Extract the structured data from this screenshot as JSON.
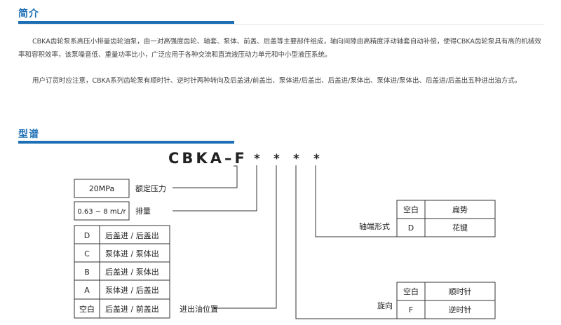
{
  "section1": {
    "title": "简介",
    "paragraph1": "CBKA齿轮泵系高压小排量齿轮油泵，由一对高强度齿轮、轴套、泵体、前盖、后盖等主要部件组成，轴向间隙由高精度浮动轴套自动补偿，使得CBKA齿轮泵具有高的机械效率和容积效率，该泵噪音低、重量功率比小，广泛应用于各种交流和直流液压动力单元和中小型液压系统。",
    "paragraph2": "用户订货时应注意，CBKA系列齿轮泵有顺时针、逆时针两种转向及后盖进/前盖出、泵体进/后盖出、后盖进/泵体出、泵体进/泵体出、后盖进/后盖出五种进出油方式。"
  },
  "section2": {
    "title": "型谱"
  },
  "model": {
    "code": "CBKA–F",
    "star": "*"
  },
  "pressure": {
    "value": "20MPa",
    "label": "额定压力"
  },
  "displacement": {
    "value": "0.63 ~ 8  mL/r",
    "label": "排量"
  },
  "ports": {
    "label": "进出油位置",
    "rows": [
      {
        "code": "D",
        "desc": "后盖进 / 后盖出"
      },
      {
        "code": "C",
        "desc": "泵体进 / 泵体出"
      },
      {
        "code": "B",
        "desc": "后盖进 / 泵体出"
      },
      {
        "code": "A",
        "desc": "泵体进 / 后盖出"
      },
      {
        "code": "空白",
        "desc": "后盖进 / 前盖出"
      }
    ]
  },
  "shaft": {
    "label": "轴端形式",
    "rows": [
      {
        "code": "空白",
        "desc": "扁势"
      },
      {
        "code": "D",
        "desc": "花键"
      }
    ]
  },
  "rotation": {
    "label": "旋向",
    "rows": [
      {
        "code": "空白",
        "desc": "顺时针"
      },
      {
        "code": "F",
        "desc": "逆时针"
      }
    ]
  }
}
